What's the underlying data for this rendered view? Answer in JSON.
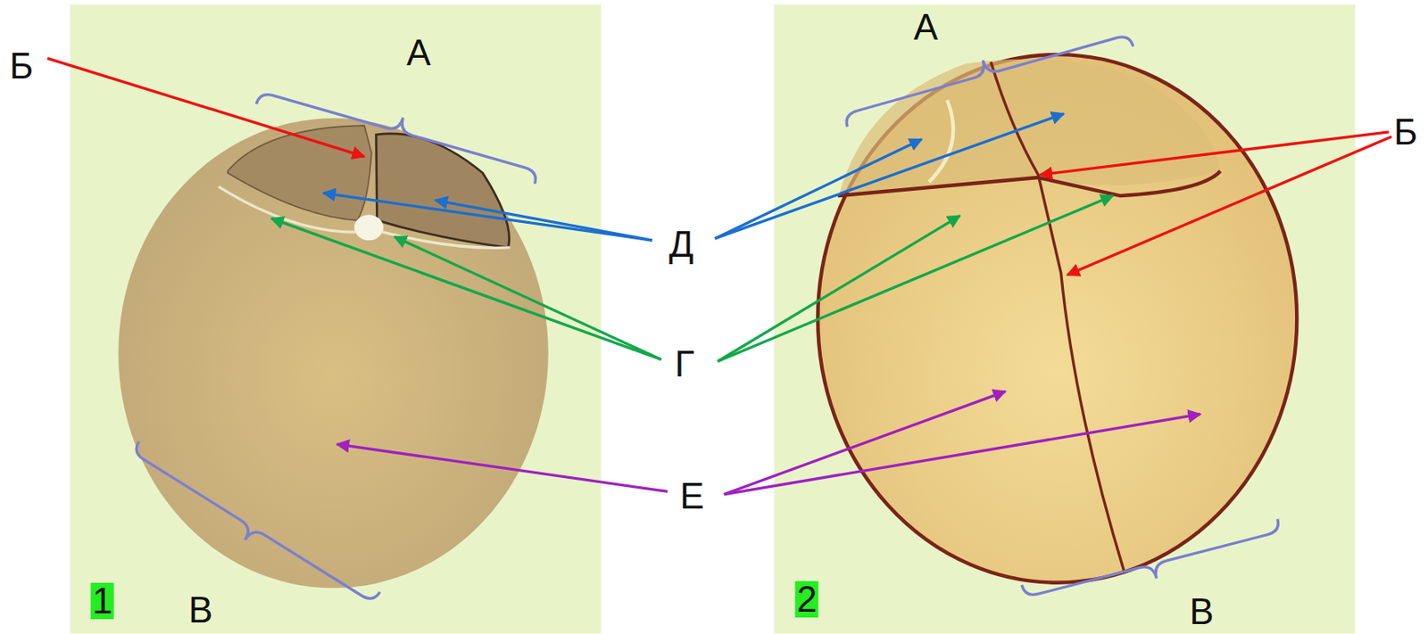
{
  "diagram": {
    "labels": [
      "Б",
      "А",
      "А",
      "Б",
      "Д",
      "Г",
      "Е",
      "1",
      "В",
      "2",
      "В"
    ]
  }
}
